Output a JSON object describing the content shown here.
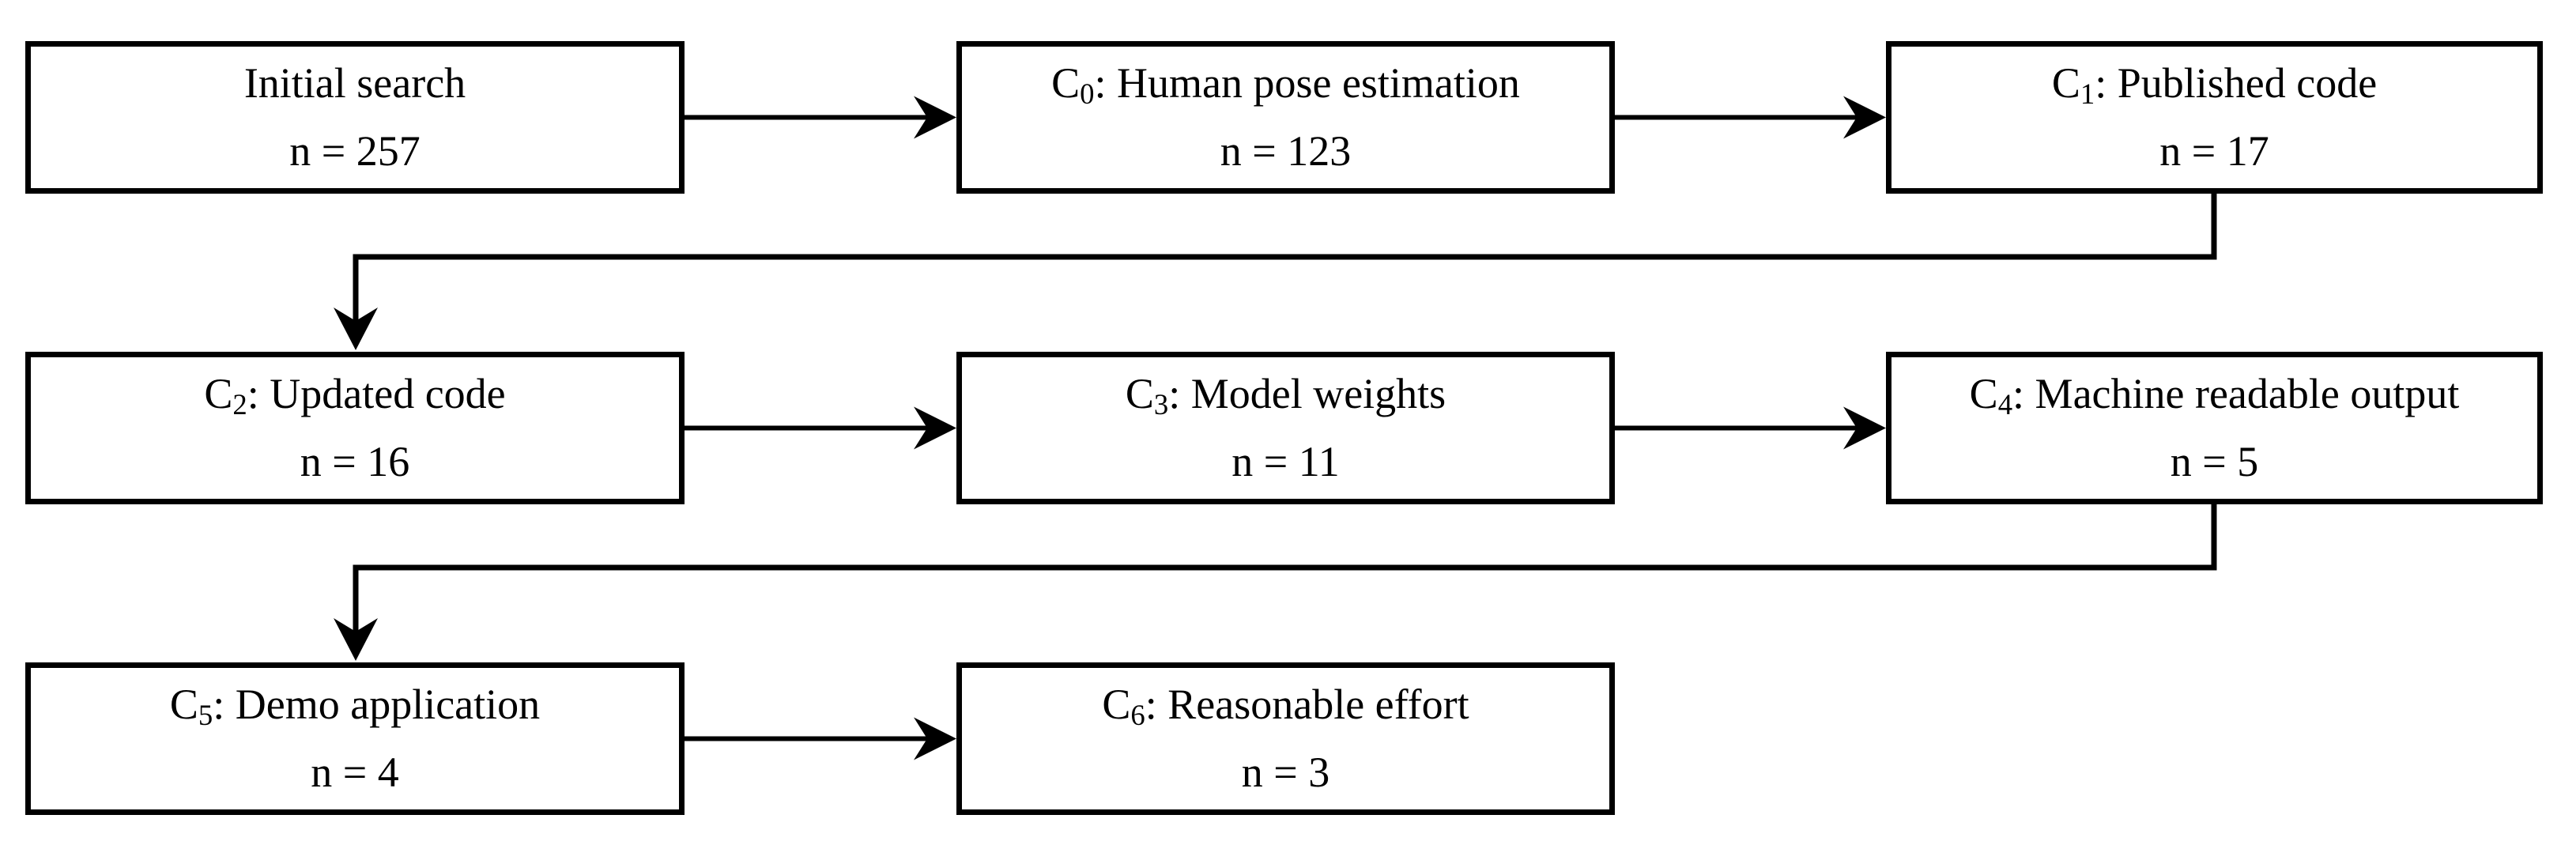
{
  "diagram": {
    "type": "flowchart",
    "background_color": "#ffffff",
    "line_color": "#000000",
    "text_color": "#000000",
    "nodes": [
      {
        "id": "initial",
        "label_prefix": "Initial search",
        "label_sub": "",
        "label_rest": "",
        "count_label": "n = 257",
        "n": 257
      },
      {
        "id": "c0",
        "label_prefix": "C",
        "label_sub": "0",
        "label_rest": ": Human pose estimation",
        "count_label": "n = 123",
        "n": 123
      },
      {
        "id": "c1",
        "label_prefix": "C",
        "label_sub": "1",
        "label_rest": ": Published code",
        "count_label": "n = 17",
        "n": 17
      },
      {
        "id": "c2",
        "label_prefix": "C",
        "label_sub": "2",
        "label_rest": ": Updated code",
        "count_label": "n = 16",
        "n": 16
      },
      {
        "id": "c3",
        "label_prefix": "C",
        "label_sub": "3",
        "label_rest": ": Model weights",
        "count_label": "n = 11",
        "n": 11
      },
      {
        "id": "c4",
        "label_prefix": "C",
        "label_sub": "4",
        "label_rest": ": Machine readable output",
        "count_label": "n = 5",
        "n": 5
      },
      {
        "id": "c5",
        "label_prefix": "C",
        "label_sub": "5",
        "label_rest": ": Demo application",
        "count_label": "n = 4",
        "n": 4
      },
      {
        "id": "c6",
        "label_prefix": "C",
        "label_sub": "6",
        "label_rest": ": Reasonable effort",
        "count_label": "n = 3",
        "n": 3
      }
    ],
    "edges": [
      {
        "from": "initial",
        "to": "c0"
      },
      {
        "from": "c0",
        "to": "c1"
      },
      {
        "from": "c1",
        "to": "c2"
      },
      {
        "from": "c2",
        "to": "c3"
      },
      {
        "from": "c3",
        "to": "c4"
      },
      {
        "from": "c4",
        "to": "c5"
      },
      {
        "from": "c5",
        "to": "c6"
      }
    ]
  }
}
